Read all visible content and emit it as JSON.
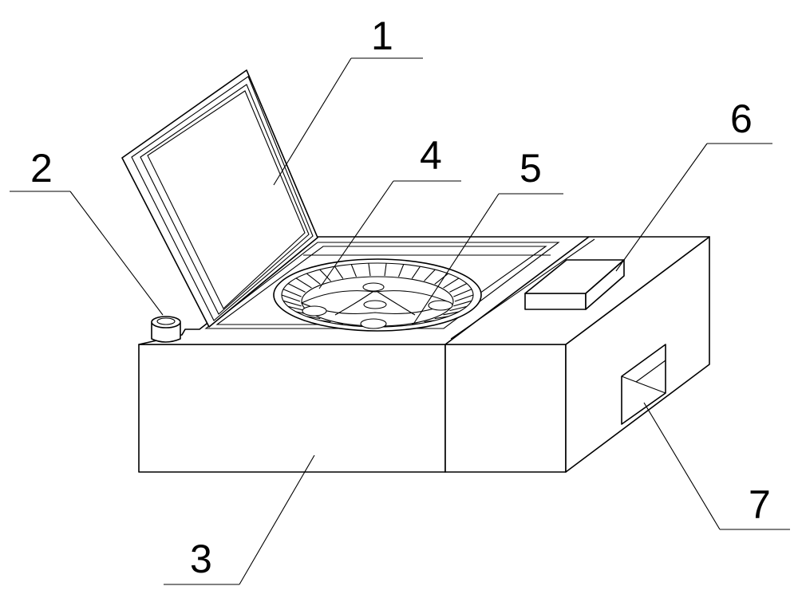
{
  "figure": {
    "labels": [
      "1",
      "2",
      "3",
      "4",
      "5",
      "6",
      "7"
    ]
  }
}
